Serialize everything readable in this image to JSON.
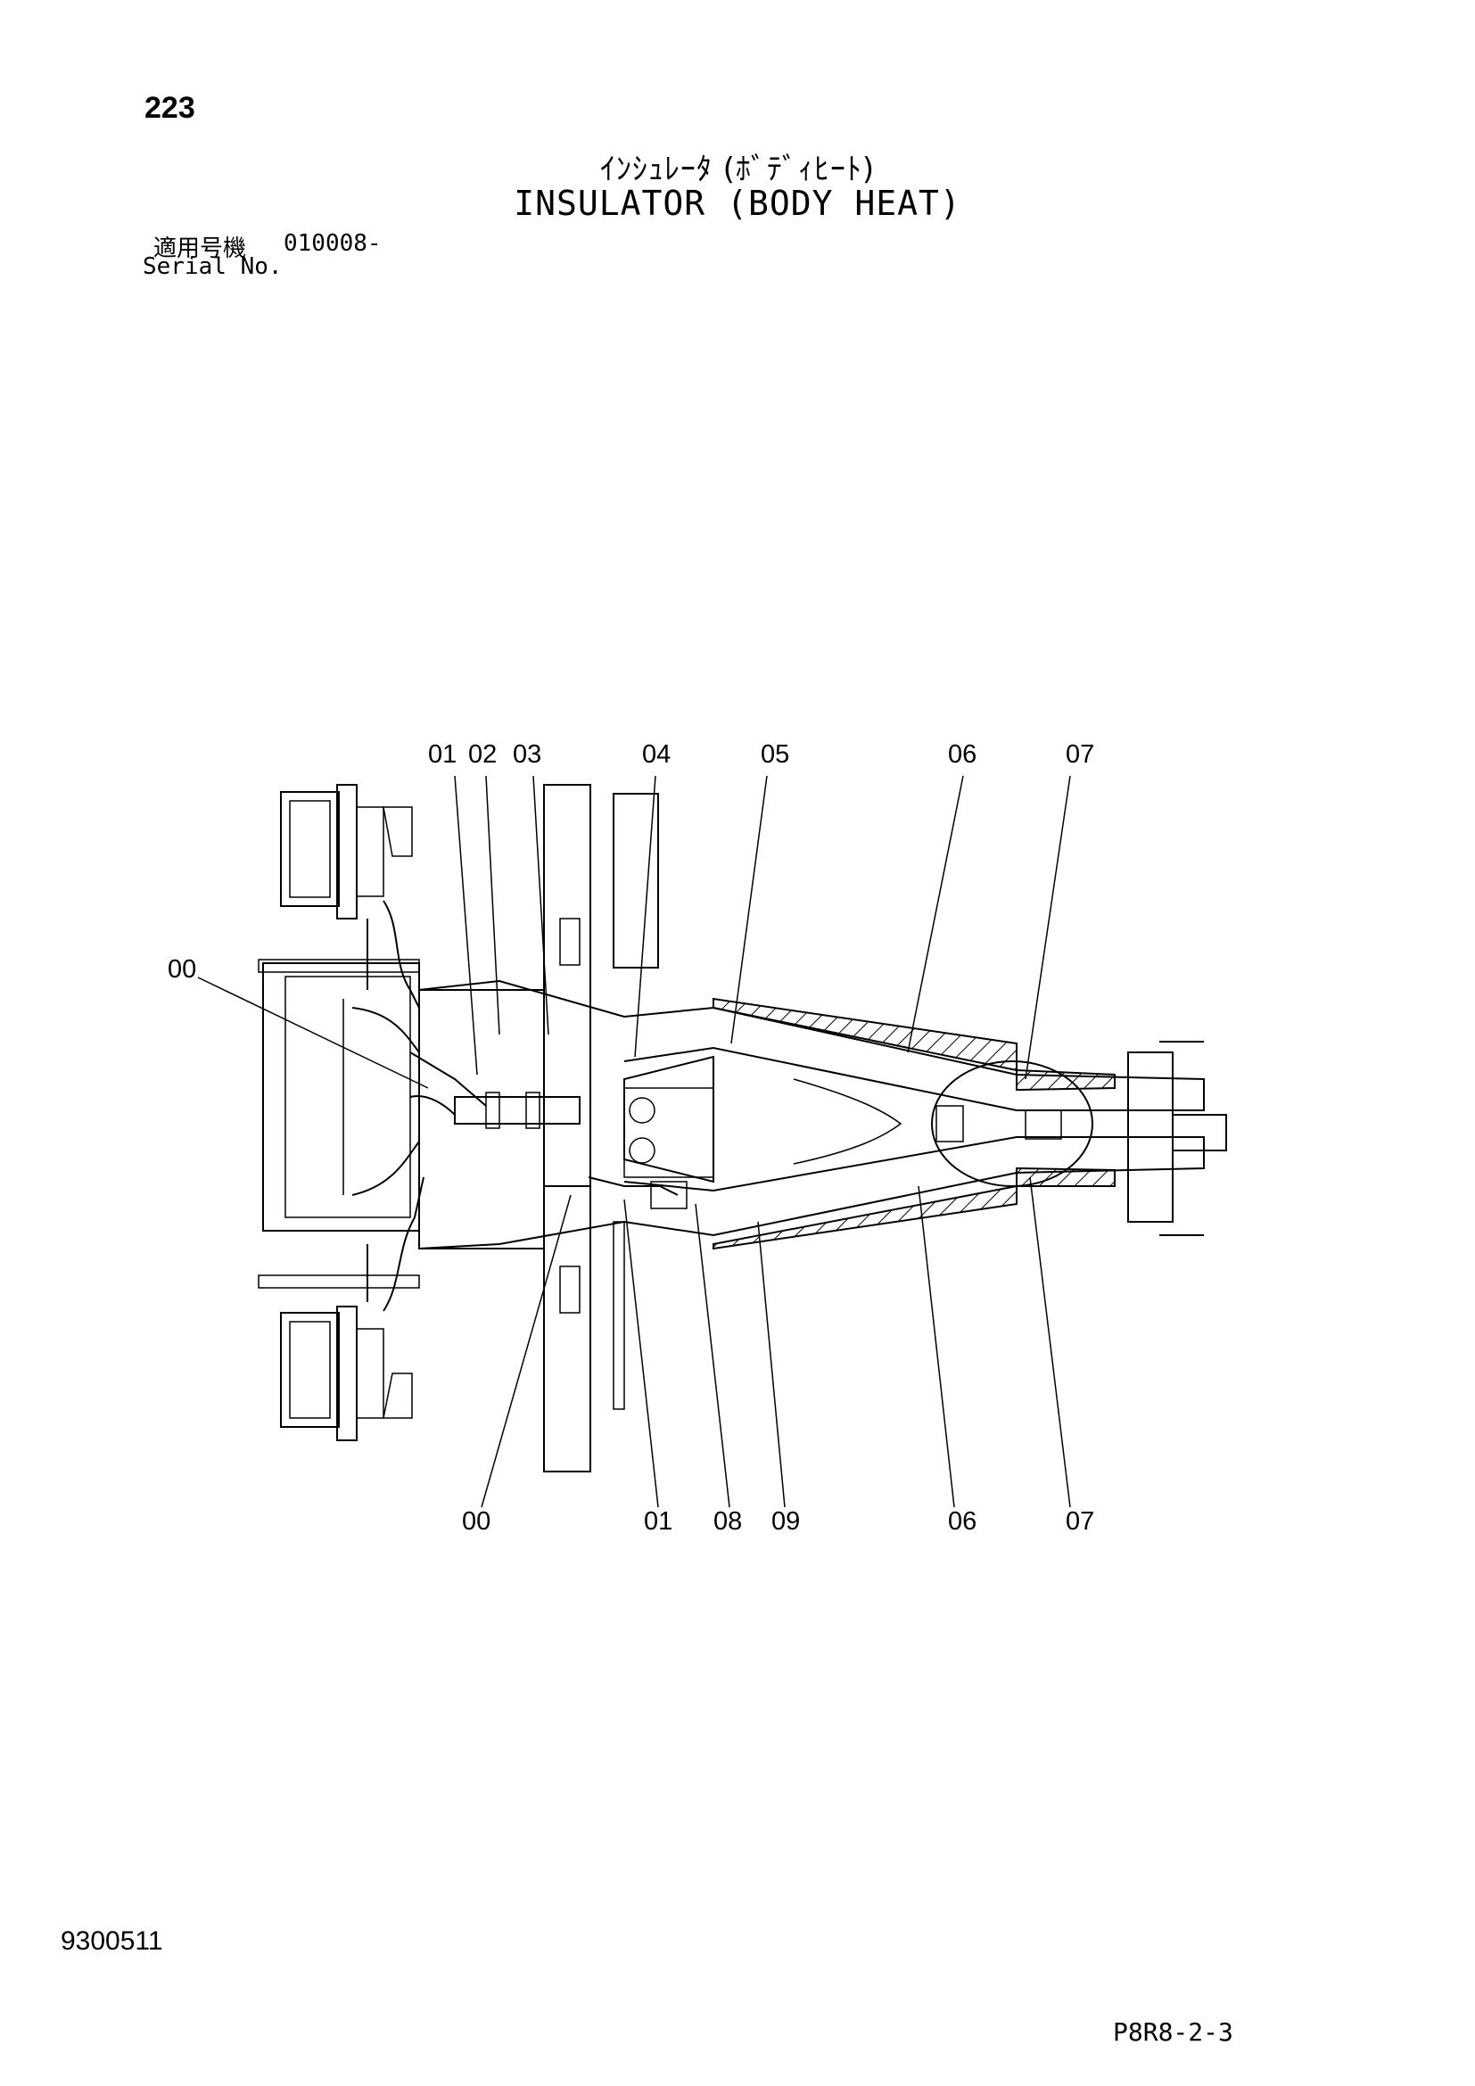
{
  "header": {
    "page_number": "223",
    "title_jp": "ｲﾝｼｭﾚｰﾀ (ﾎﾞﾃﾞｨﾋｰﾄ)",
    "title_en": "INSULATOR (BODY HEAT)",
    "serial_label_jp": "適用号機",
    "serial_value": "010008-",
    "serial_label_en": "Serial No."
  },
  "diagram": {
    "callouts_top": [
      "01",
      "02",
      "03",
      "04",
      "05",
      "06",
      "07"
    ],
    "callout_left": "00",
    "callouts_bottom": [
      "00",
      "01",
      "08",
      "09",
      "06",
      "07"
    ]
  },
  "footer": {
    "doc_number": "9300511",
    "figure_code": "P8R8-2-3"
  },
  "colors": {
    "ink": "#000000",
    "paper": "#ffffff"
  }
}
